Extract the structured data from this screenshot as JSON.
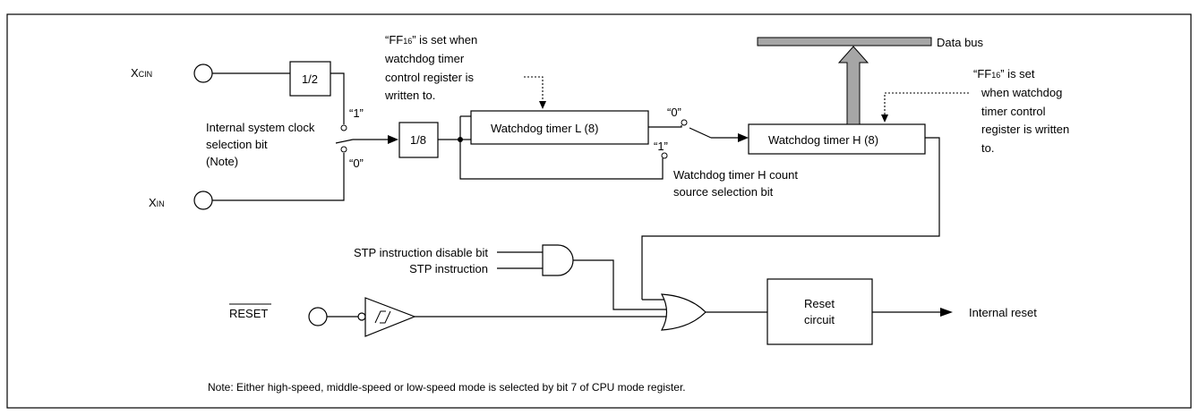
{
  "inputs": {
    "xcin": {
      "main": "X",
      "sub": "CIN"
    },
    "xin": {
      "main": "X",
      "sub": "IN"
    },
    "reset": "RESET",
    "stp_disable": "STP instruction disable bit",
    "stp_instruction": "STP instruction"
  },
  "blocks": {
    "div2": "1/2",
    "div8": "1/8",
    "wdt_l": "Watchdog timer L (8)",
    "wdt_h": "Watchdog timer H (8)",
    "reset_circuit_line1": "Reset",
    "reset_circuit_line2": "circuit"
  },
  "labels": {
    "sel_one": "“1”",
    "sel_zero": "“0”",
    "sw2_zero": "“0”",
    "sw2_one": "“1”",
    "internal_clock_sel": [
      "Internal system clock",
      "selection bit",
      "(Note)"
    ],
    "wdt_h_count_src": [
      "Watchdog timer H count",
      "source selection bit"
    ],
    "data_bus": "Data bus",
    "internal_reset": "Internal reset"
  },
  "notes": {
    "ff_left": [
      {
        "pre": "“FF",
        "sub": "16",
        "post": "” is set when"
      },
      {
        "pre": "watchdog timer"
      },
      {
        "pre": "control register is"
      },
      {
        "pre": "written to."
      }
    ],
    "ff_right": [
      {
        "pre": "“FF",
        "sub": "16",
        "post": "” is set"
      },
      {
        "pre": "when watchdog"
      },
      {
        "pre": "timer control"
      },
      {
        "pre": "register is written"
      },
      {
        "pre": "to."
      }
    ],
    "footnote": "Note: Either high-speed, middle-speed or low-speed mode is selected by bit 7 of CPU  mode register."
  },
  "colors": {
    "bus_fill": "#a6a6a6",
    "line": "#000000"
  }
}
